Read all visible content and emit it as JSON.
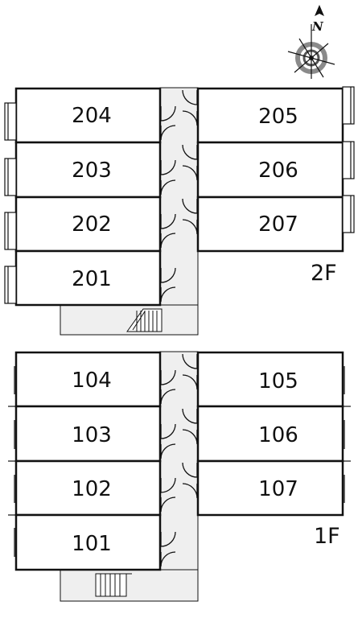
{
  "compass": {
    "north_label": "N"
  },
  "floors": [
    {
      "label": "2F",
      "units_left": [
        "204",
        "203",
        "202",
        "201"
      ],
      "units_right": [
        "205",
        "206",
        "207"
      ]
    },
    {
      "label": "1F",
      "units_left": [
        "104",
        "103",
        "102",
        "101"
      ],
      "units_right": [
        "105",
        "106",
        "107"
      ]
    }
  ],
  "colors": {
    "wall": "#111111",
    "corridor": "#efefef",
    "compass_ring": "#8a8a8a"
  }
}
